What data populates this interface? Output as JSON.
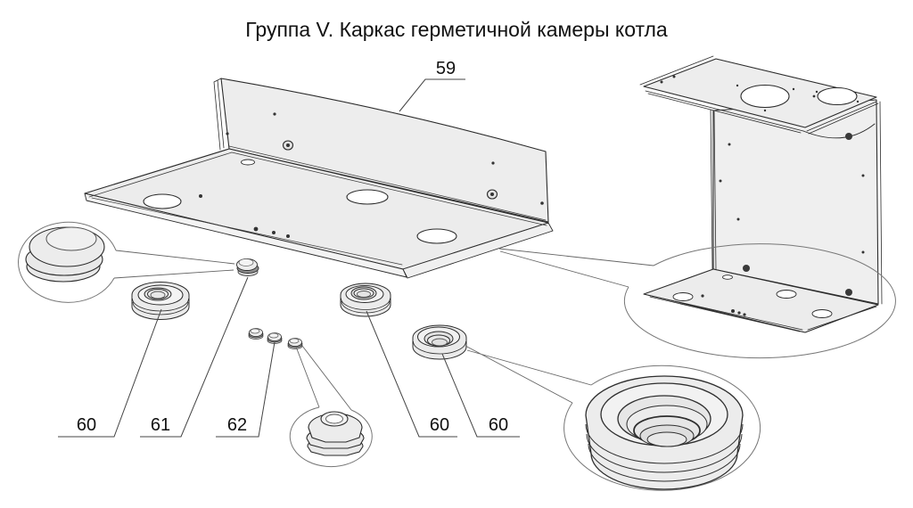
{
  "title": "Группа V. Каркас герметичной камеры котла",
  "callouts": {
    "panel": "59",
    "grommet_left": "60",
    "dome_plug": "61",
    "hex_plug": "62",
    "grommet_middle": "60",
    "grommet_right": "60"
  },
  "colors": {
    "outline": "#2b2b2b",
    "face_fill": "#ececec",
    "flange_fill": "#f3f3f3",
    "balloon_line": "#777777",
    "leader_line": "#444444",
    "hole_dark": "#3a3a3a"
  }
}
